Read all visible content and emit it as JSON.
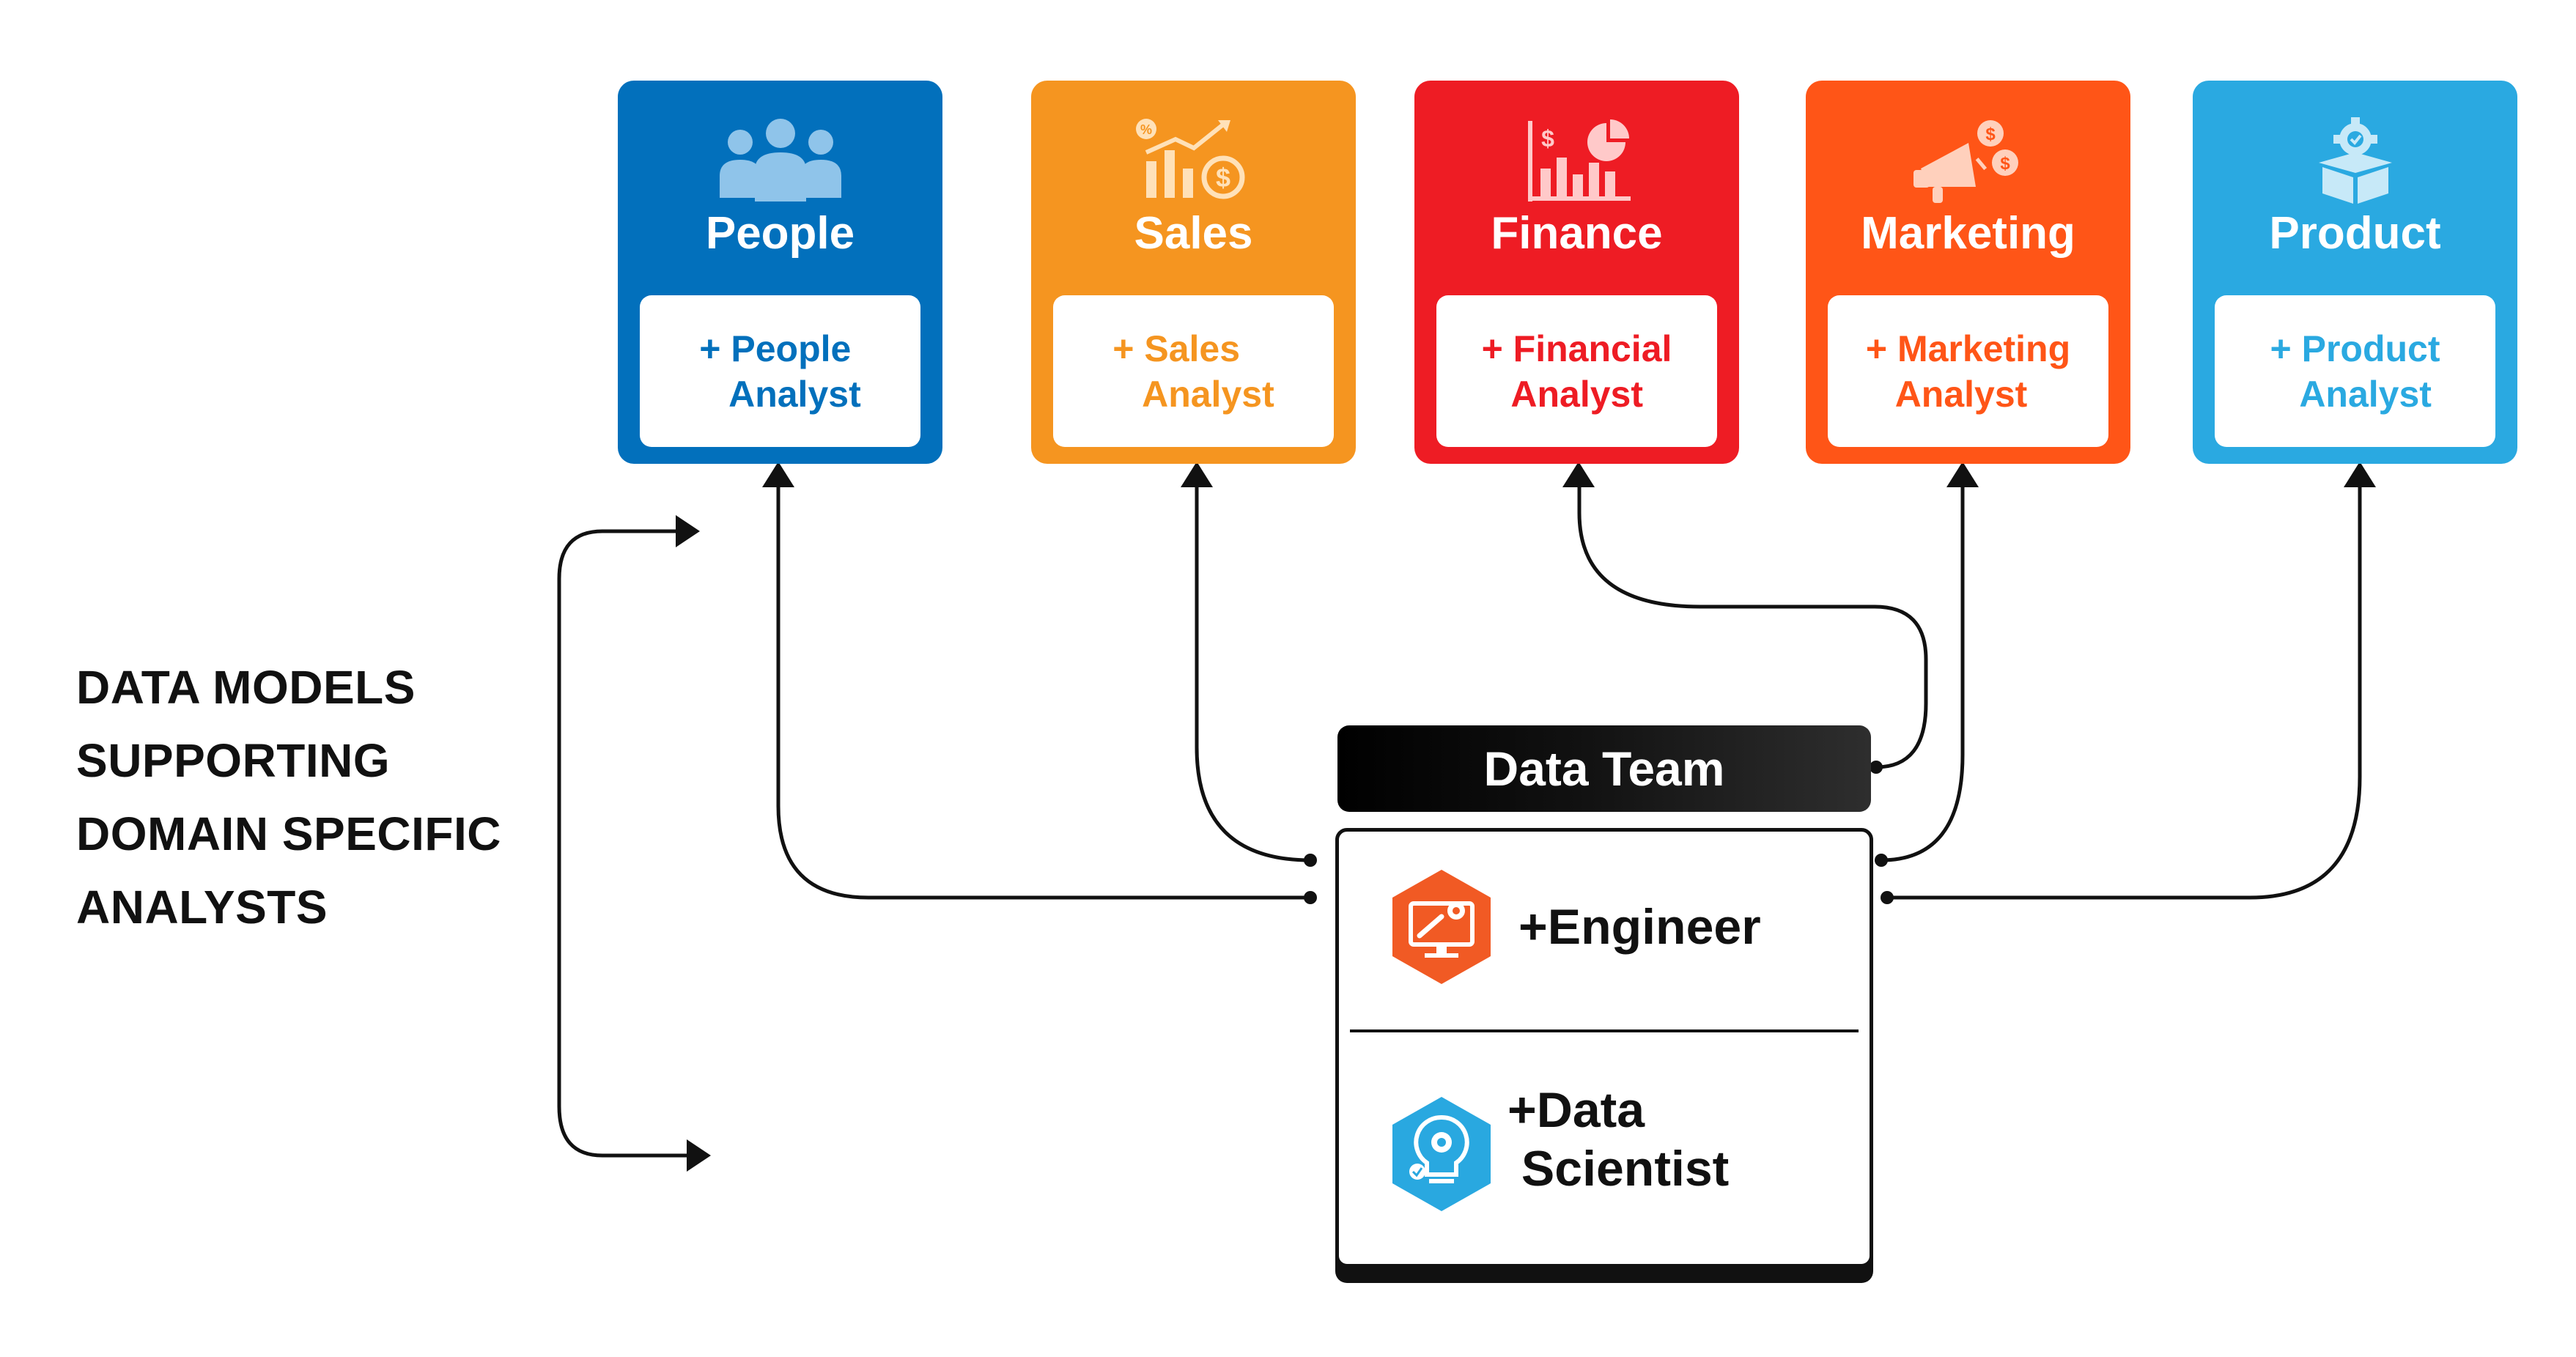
{
  "domains": [
    {
      "title": "People",
      "analyst": "+ People\n   Analyst",
      "color": "#0270BC",
      "icon": "team-icon"
    },
    {
      "title": "Sales",
      "analyst": "+ Sales\n   Analyst",
      "color": "#F59520",
      "icon": "sales-growth-icon"
    },
    {
      "title": "Finance",
      "analyst": "+ Financial\n   Analyst",
      "color": "#EE1C24",
      "icon": "finance-chart-icon"
    },
    {
      "title": "Marketing",
      "analyst": "+ Marketing\n   Analyst",
      "color": "#FF5517",
      "icon": "megaphone-icon"
    },
    {
      "title": "Product",
      "analyst": "+ Product\n   Analyst",
      "color": "#2AA9E1",
      "icon": "product-box-gear-icon"
    }
  ],
  "side_label": {
    "lines": [
      "DATA MODELS",
      "SUPPORTING",
      "DOMAIN SPECIFIC",
      "ANALYSTS"
    ]
  },
  "data_team": {
    "title": "Data Team",
    "roles": [
      {
        "label": "+Engineer",
        "icon": "engineer-monitor-icon",
        "color": "#F15A24"
      },
      {
        "label": "+Data\n Scientist",
        "icon": "data-scientist-bulb-icon",
        "color": "#29A8E0"
      }
    ]
  },
  "colors": {
    "line": "#111111"
  }
}
